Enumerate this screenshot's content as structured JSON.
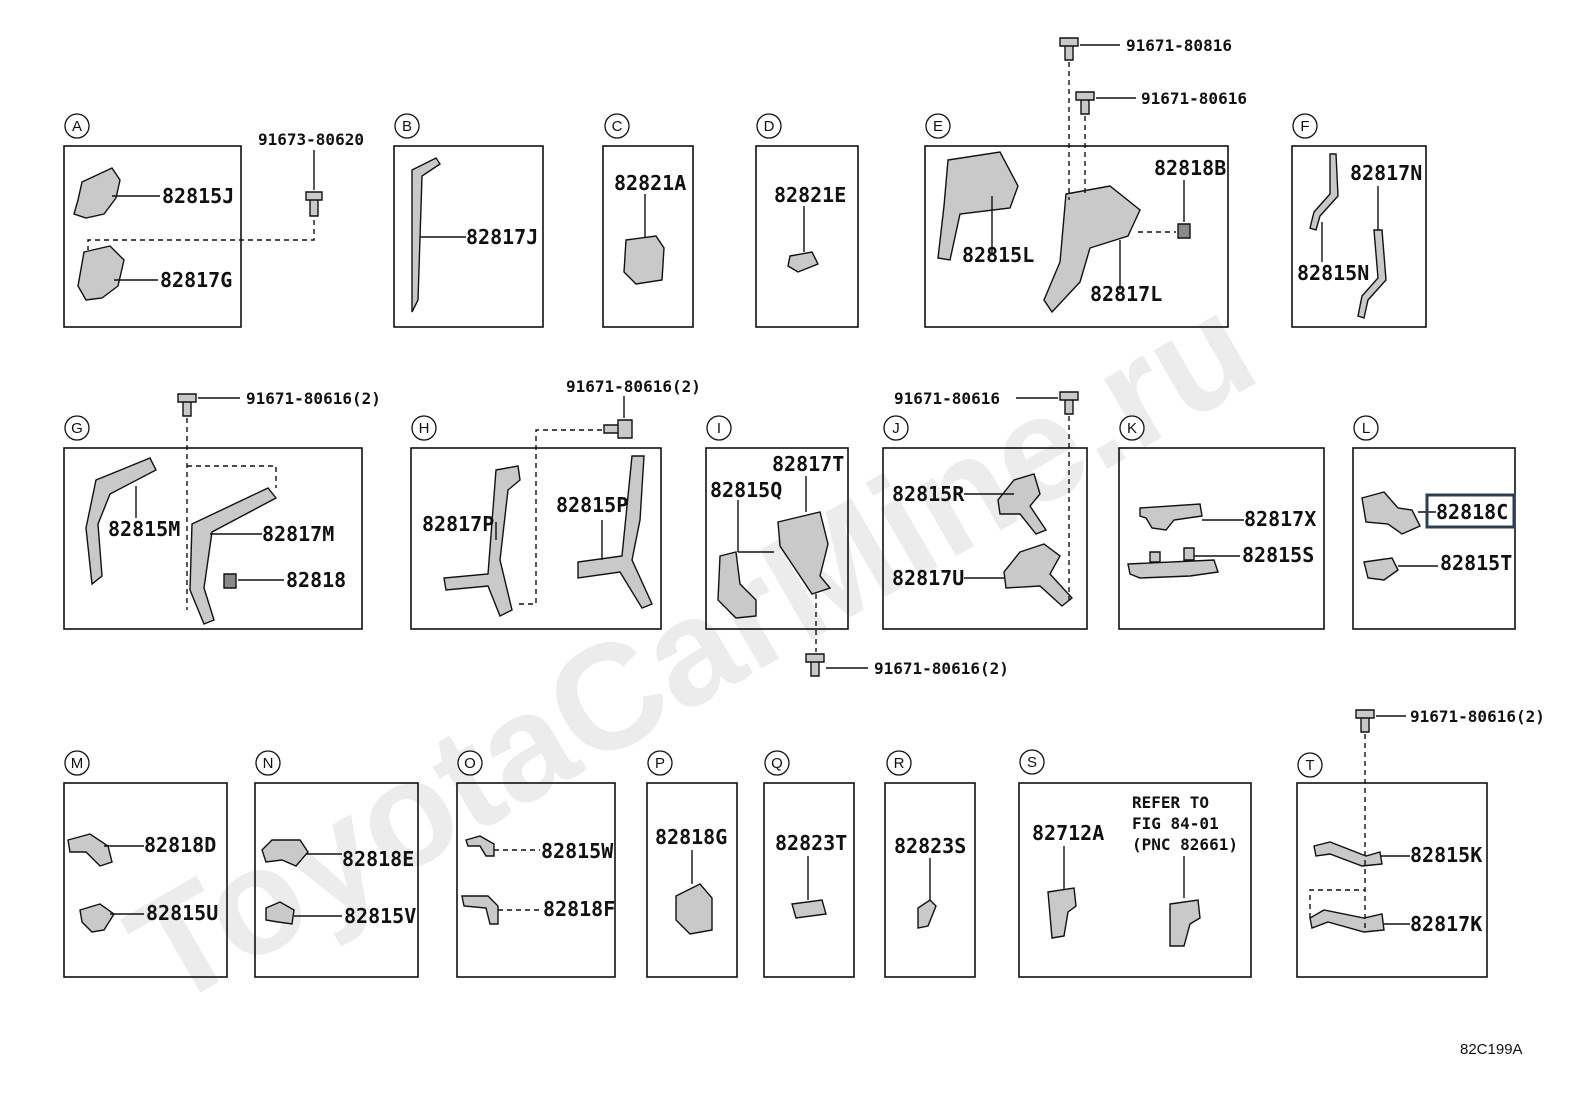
{
  "watermark": "ToyotaCarMine.ru",
  "figure_code": "82C199A",
  "panels": [
    {
      "id": "A",
      "parts": [
        "82815J",
        "82817G"
      ],
      "fastener": "91673-80620"
    },
    {
      "id": "B",
      "parts": [
        "82817J"
      ]
    },
    {
      "id": "C",
      "parts": [
        "82821A"
      ]
    },
    {
      "id": "D",
      "parts": [
        "82821E"
      ]
    },
    {
      "id": "E",
      "parts": [
        "82818B",
        "82815L",
        "82817L"
      ],
      "fasteners": [
        "91671-80816",
        "91671-80616"
      ]
    },
    {
      "id": "F",
      "parts": [
        "82817N",
        "82815N"
      ]
    },
    {
      "id": "G",
      "parts": [
        "82815M",
        "82817M",
        "82818"
      ],
      "fastener": "91671-80616(2)"
    },
    {
      "id": "H",
      "parts": [
        "82817P",
        "82815P"
      ],
      "fastener": "91671-80616(2)"
    },
    {
      "id": "I",
      "parts": [
        "82817T",
        "82815Q"
      ],
      "fastener": "91671-80616(2)"
    },
    {
      "id": "J",
      "parts": [
        "82815R",
        "82817U"
      ],
      "fastener": "91671-80616"
    },
    {
      "id": "K",
      "parts": [
        "82817X",
        "82815S"
      ]
    },
    {
      "id": "L",
      "parts": [
        "82818C",
        "82815T"
      ],
      "highlighted": "82818C"
    },
    {
      "id": "M",
      "parts": [
        "82818D",
        "82815U"
      ]
    },
    {
      "id": "N",
      "parts": [
        "82818E",
        "82815V"
      ]
    },
    {
      "id": "O",
      "parts": [
        "82815W",
        "82818F"
      ]
    },
    {
      "id": "P",
      "parts": [
        "82818G"
      ]
    },
    {
      "id": "Q",
      "parts": [
        "82823T"
      ]
    },
    {
      "id": "R",
      "parts": [
        "82823S"
      ]
    },
    {
      "id": "S",
      "parts": [
        "82712A"
      ],
      "note": [
        "REFER TO",
        "FIG 84-01",
        "(PNC 82661)"
      ]
    },
    {
      "id": "T",
      "parts": [
        "82815K",
        "82817K"
      ],
      "fastener": "91671-80616(2)"
    }
  ],
  "colors": {
    "line": "#111111",
    "part_fill": "#c9c9c9",
    "highlight": "#2c3e50",
    "watermark": "#d6d6d6"
  }
}
